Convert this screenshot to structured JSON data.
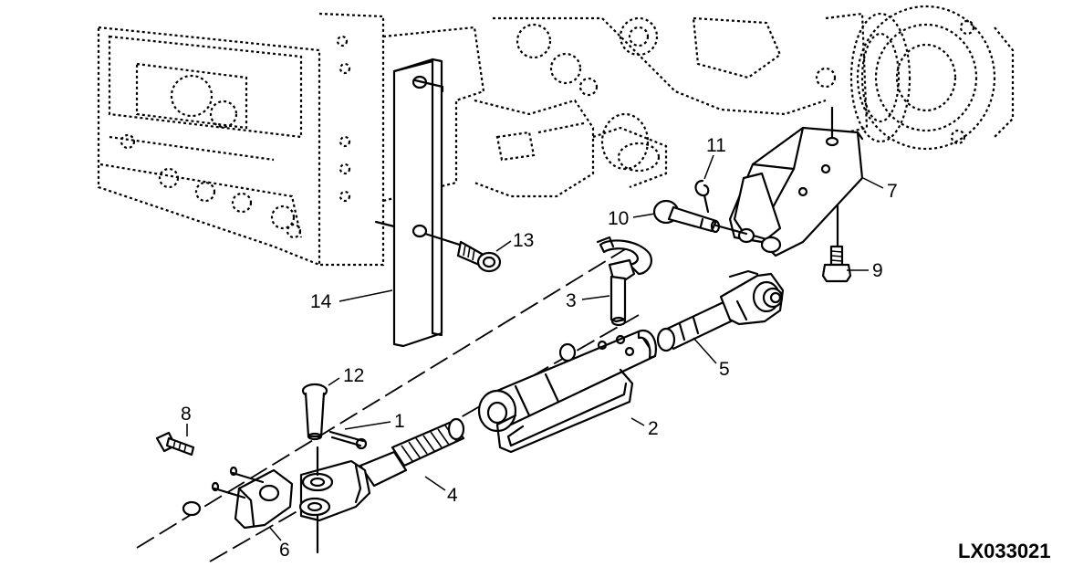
{
  "drawing_code": "LX033021",
  "callouts": {
    "c1": "1",
    "c2": "2",
    "c3": "3",
    "c4": "4",
    "c5": "5",
    "c6": "6",
    "c7": "7",
    "c8": "8",
    "c9": "9",
    "c10": "10",
    "c11": "11",
    "c12": "12",
    "c13": "13",
    "c14": "14"
  }
}
